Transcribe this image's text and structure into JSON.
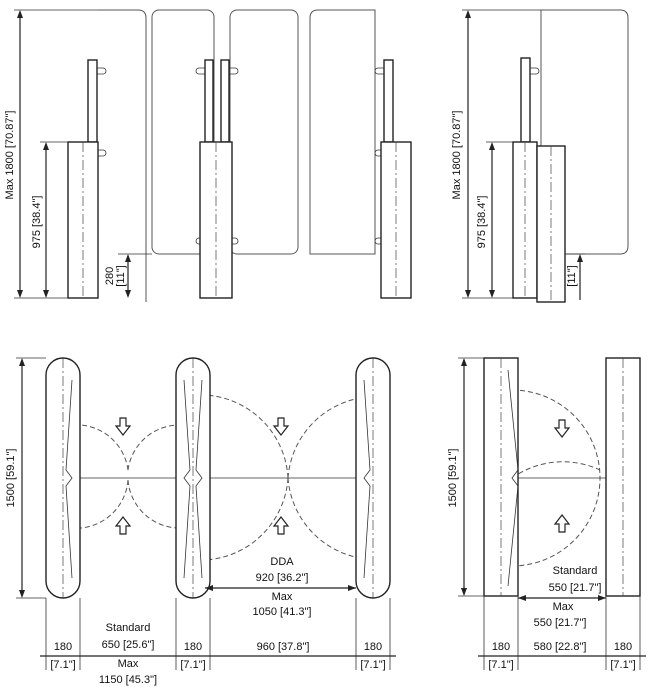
{
  "top_left": {
    "total_height": "Max 1800 [70.87\"]",
    "post_height": "975 [38.4\"]",
    "clearance_mm": "280",
    "clearance_in": "[11\"]"
  },
  "top_right": {
    "total_height": "Max 1800 [70.87\"]",
    "post_height": "975 [38.4\"]",
    "clearance_in": "[11\"]"
  },
  "bottom_left": {
    "length": "1500 [59.1\"]",
    "dda_label": "DDA",
    "dda_value": "920 [36.2\"]",
    "max_label": "Max",
    "max_value": "1050 [41.3\"]",
    "post1_width_mm": "180",
    "post1_width_in": "[7.1\"]",
    "standard_label": "Standard",
    "standard_value": "650 [25.6\"]",
    "max2_label": "Max",
    "max2_value": "1150 [45.3\"]",
    "post2_width_mm": "180",
    "post2_width_in": "[7.1\"]",
    "gap_value": "960 [37.8\"]",
    "post3_width_mm": "180",
    "post3_width_in": "[7.1\"]"
  },
  "bottom_right": {
    "length": "1500 [59.1\"]",
    "standard_label": "Standard",
    "standard_value": "550 [21.7\"]",
    "max_label": "Max",
    "max_value": "550 [21.7\"]",
    "max_value2": "580 [22.8\"]",
    "post1_width_mm": "180",
    "post1_width_in": "[7.1\"]",
    "post2_width_mm": "180",
    "post2_width_in": "[7.1\"]"
  }
}
